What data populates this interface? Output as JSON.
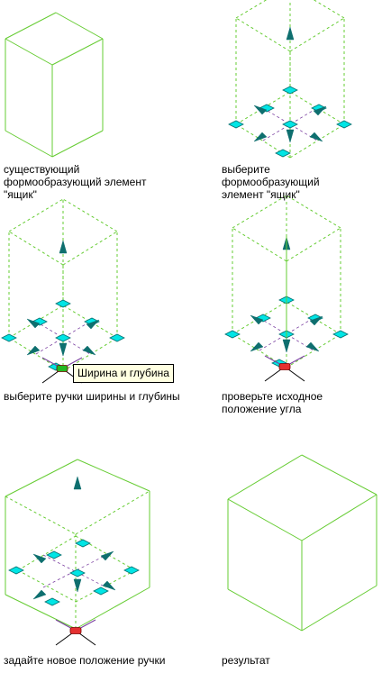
{
  "panels": [
    {
      "caption": "существующий\nформообразующий элемент\n\"ящик\""
    },
    {
      "caption": "выберите\nформообразующий\nэлемент \"ящик\""
    },
    {
      "caption": "выберите ручки ширины и глубины"
    },
    {
      "caption": "проверьте исходное\nположение угла"
    },
    {
      "caption": "задайте новое положение ручки"
    },
    {
      "caption": "результат"
    }
  ],
  "tooltip": {
    "text": "Ширина и глубина"
  },
  "colors": {
    "edge": "#66cc33",
    "grip": "#00e5e5",
    "grip_outline": "#006f6f",
    "arrow": "#0e6f6f",
    "crosshair": "#000000",
    "axis": "#7a3fa0",
    "corner_marker": "#e53030",
    "selected_grip": "#22b822"
  }
}
